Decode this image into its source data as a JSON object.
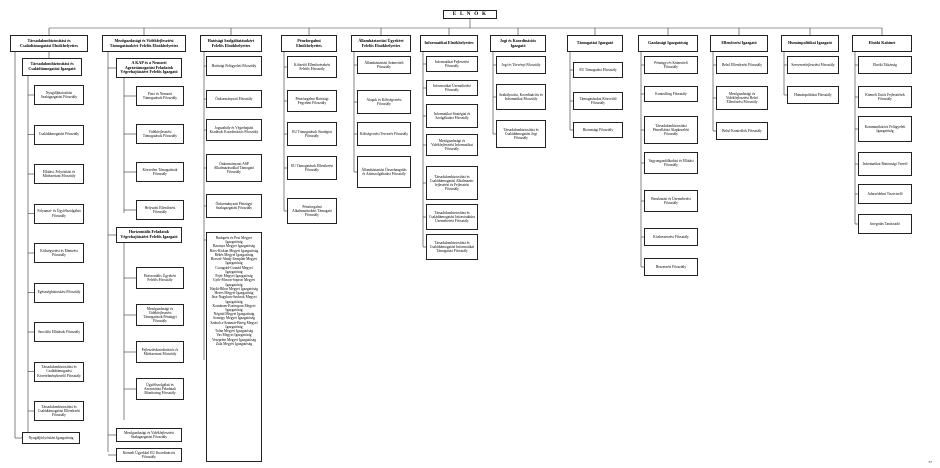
{
  "root": "E L N Ö K",
  "page_number": "57",
  "columns": [
    {
      "head": "Társadalombiztosítási és Családtámogatási Elnökhelyettes",
      "sub_head": "Társadalombiztosítási és Családtámogatási Igazgató",
      "children": [
        "Nyugdíjbiztosítási Szakigazgatási Főosztály",
        "Családtámogatási Főosztály",
        "Ellátási, Folyósítási és Módszertani Főosztály",
        "Folyamat- és Ügyfélszolgálati Főosztály",
        "Költségvetési és Elemzési Főosztály",
        "Egészségbiztosítási Főosztály",
        "Szociális Ellátások Főosztály",
        "Társadalombiztosítási és Családtámogatási Követelménykezelő Főosztály",
        "Társadalombiztosítási és Családtámogatási Ellenőrzési Főosztály"
      ],
      "extra": "Nyugdíjfolyósítási Igazgatóság"
    },
    {
      "head": "Mezőgazdasági és Vidékfejlesztési Támogatásokért Felelős Elnökhelyettes",
      "groups": [
        {
          "title": "A KAP és a Nemzeti Agrártámogatási Feladatok Végrehajtásáért Felelős Igazgató",
          "children": [
            "Piaci és Nemzeti Támogatások Főosztály",
            "Vidékfejlesztési Támogatások Főosztály",
            "Közvetlen Támogatások Főosztály",
            "Helyszíni Ellenőrzési Főosztály"
          ]
        },
        {
          "title": "Horizontális Feladatok Végrehajtásáért Felelős Igazgató",
          "children": [
            "Horizontális Ügyekért Felelős Főosztály",
            "Mezőgazdasági és Vidékfejlesztési Támogatások Pénzügyi Főosztály",
            "Fejlesztéskoordinációs és Módszertani Főosztály",
            "Ügyfélszolgálati és Azonosítási Feladatok Monitoring Főosztály"
          ]
        }
      ],
      "extra_nodes": [
        "Mezőgazdasági és Vidékfejlesztési Szakigazgatási Főosztály",
        "Kiemelt Ügyekkel EU Koordinációs Főosztály"
      ]
    },
    {
      "head": "Hatósági Szolgáltatásokért Felelős Elnökhelyettes",
      "children": [
        "Hatósági Felügyeleti Főosztály",
        "Önkormányzati Főosztály",
        "Jogszabály és Végrehajtási Kiadások Koordinációs Főosztály",
        "Önkormányzati ASP Alkalmazásokkal Támogató Főosztály",
        "Önkormányzati Pénzügyi Szakigazgatási Főosztály"
      ],
      "list": "Budapest és Pest Megyei Igazgatóság\nBaranya Megyei Igazgatóság\nBács-Kiskun Megyei Igazgatóság\nBékés Megyei Igazgatóság\nBorsod-Abaúj-Zemplén Megyei Igazgatóság\nCsongrád-Csanád Megyei Igazgatóság\nFejér Megyei Igazgatóság\nGyőr-Moson-Sopron Megyei Igazgatóság\nHajdú-Bihar Megyei Igazgatóság\nHeves Megyei Igazgatóság\nJász-Nagykun-Szolnok Megyei Igazgatóság\nKomárom-Esztergom Megyei Igazgatóság\nNógrád Megyei Igazgatóság\nSomogy Megyei Igazgatóság\nSzabolcs-Szatmár-Bereg Megyei Igazgatóság\nTolna Megyei Igazgatóság\nVas Megyei Igazgatóság\nVeszprém Megyei Igazgatóság\nZala Megyei Igazgatóság"
    },
    {
      "head": "Pénzforgalmi Elnökhelyettes",
      "children": [
        "Kifizetői Ellenőrzésekért Felelős Főosztály",
        "Pénzforgalmi Hatósági Fegyelmi Főosztály",
        "EU Támogatások Stratégiai Főosztály",
        "EU Támogatások Ellenőrzési Főosztály",
        "Pénzforgalmi Alkalmazásokért Támogató Főosztály"
      ]
    },
    {
      "head": "Államháztartási Ügyekért Felelős Elnökhelyettes",
      "children": [
        "Államháztartási Számviteli Főosztály",
        "Alapok és Költségvetési Főosztály",
        "Költségvetési Tervezés Főosztály",
        "Államháztartási Összehangolás és Adatszolgáltatási Főosztály"
      ]
    },
    {
      "head": "Informatikai Elnökhelyettes",
      "children": [
        "Informatikai Fejlesztési Főosztály",
        "Informatikai Üzemeltetési Főosztály",
        "Informatikai Stratégiai és Szolgáltatási Főosztály",
        "Mezőgazdasági és Vidékfejlesztési Informatikai Főosztály",
        "Társadalombiztosítási és Családtámogatási Alkalmazás-fejlesztési és Fejlesztési Főosztály",
        "Társadalombiztosítási és Családtámogatási Infrastruktúra Üzemeltetési Főosztály",
        "Társadalombiztosítási és Családtámogatási Informatikai Támogatási Főosztály"
      ]
    },
    {
      "head": "Jogi és Koordinációs Igazgató",
      "children": [
        "Jogi és Törvényi Főosztály",
        "Szabályozási, Koordinációs és Informatikai Főosztály",
        "Társadalombiztosítási és Családtámogatási Jogi Főosztály"
      ]
    },
    {
      "head": "Támogatási Igazgató",
      "children": [
        "EU Támogatási Főosztály",
        "Támogatásokat Közvetítő Főosztály",
        "Biztonsági Főosztály"
      ]
    },
    {
      "head": "Gazdasági Igazgatóság",
      "children": [
        "Pénzügyi és Számviteli Főosztály",
        "Kontrolling Főosztály",
        "Társadalombiztosítási Pénzellátási Alapkezelési Főosztály",
        "Vagyongazdálkodási és Ellátási Főosztály",
        "Beruházási és Üzemeltetési Főosztály",
        "Közbeszerzési Főosztály",
        "Beszerzési Főosztály"
      ]
    },
    {
      "head": "Ellenőrzési Igazgató",
      "children": [
        "Belső Ellenőrzési Főosztály",
        "Mezőgazdasági és Vidékfejlesztési Belső Ellenőrzési Főosztály",
        "Belső Kontrollok Főosztály"
      ]
    },
    {
      "head": "Humánpolitikai Igazgató",
      "children": [
        "Szervezetfejlesztési Főosztály",
        "Humánpolitikai Főosztály"
      ]
    },
    {
      "head": "Elnöki Kabinet",
      "children": [
        "Elnöki Titkárság",
        "Kiemelt Uniós Fejlesztések Főosztály",
        "Kommunikációs Felügyeleti Igazgatóság",
        "Informatikai Biztonsági Vezető",
        "Adatvédelmi Tisztviselő",
        "Integritás Tanácsadó"
      ]
    }
  ]
}
